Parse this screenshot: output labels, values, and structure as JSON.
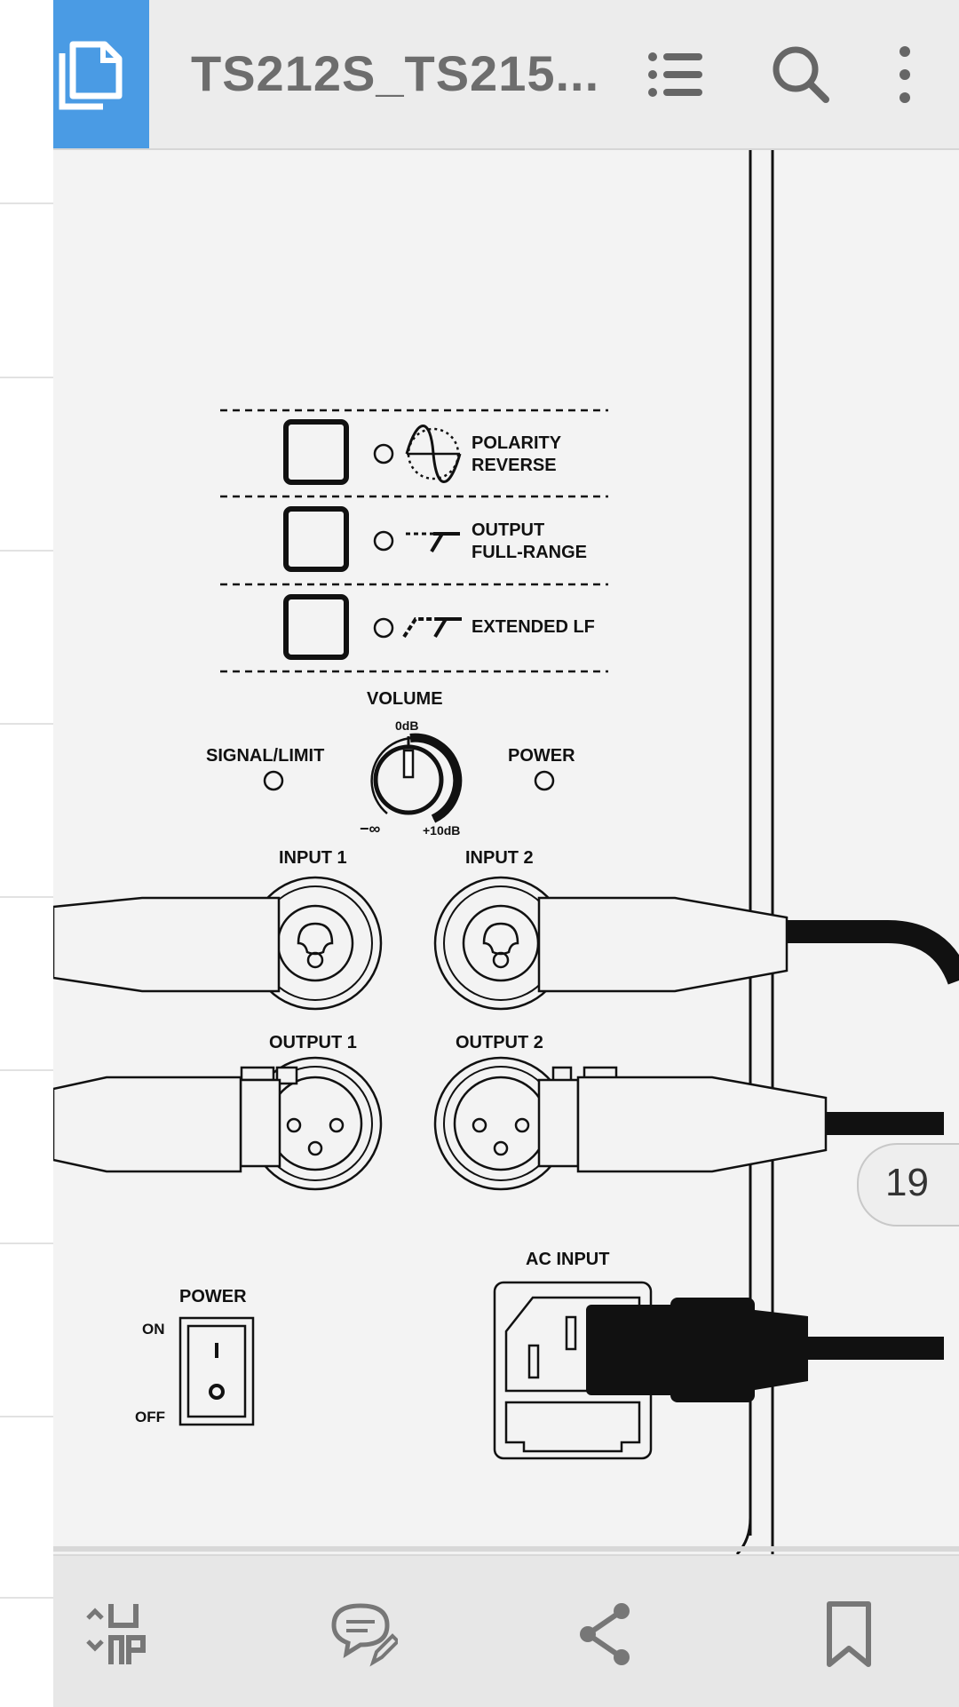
{
  "toolbar": {
    "title": "TS212S_TS215...",
    "doc_icon": "document-copy-icon",
    "outline_icon": "list-icon",
    "search_icon": "search-icon",
    "more_icon": "more-vertical-icon"
  },
  "panel": {
    "polarity_line1": "POLARITY",
    "polarity_line2": "REVERSE",
    "output_line1": "OUTPUT",
    "output_line2": "FULL-RANGE",
    "extended_lf": "EXTENDED LF",
    "volume": "VOLUME",
    "zero_db": "0dB",
    "minus_inf": "−∞",
    "plus_10db": "+10dB",
    "signal_limit": "SIGNAL/LIMIT",
    "power_led": "POWER",
    "input1": "INPUT 1",
    "input2": "INPUT 2",
    "output1": "OUTPUT 1",
    "output2": "OUTPUT 2",
    "power_switch": "POWER",
    "on": "ON",
    "off": "OFF",
    "ac_input": "AC INPUT"
  },
  "page_number": "19",
  "bottom": {
    "icons": [
      "reflow-icon",
      "comment-icon",
      "share-icon",
      "bookmark-icon"
    ]
  },
  "colors": {
    "accent": "#4a9be4",
    "toolbar_bg": "#ececec",
    "page_bg": "#f3f3f3"
  }
}
